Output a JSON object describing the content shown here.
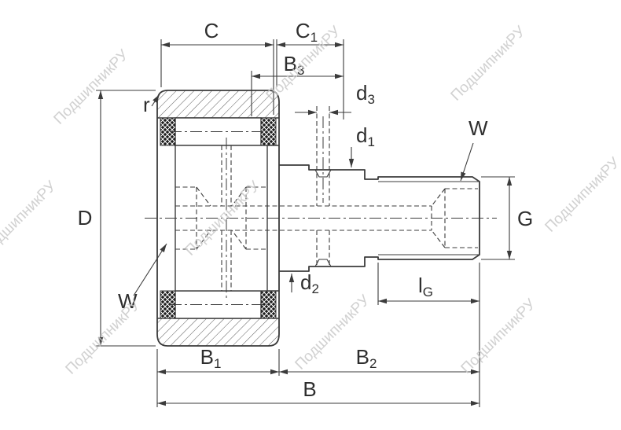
{
  "watermark": {
    "text": "ПодшипникРУ",
    "color": "#c9c9c9"
  },
  "drawing": {
    "line_color": "#3b3b3b",
    "description": "stud-type track roller cam follower cross-section",
    "labels": {
      "C": {
        "base": "C",
        "sub": ""
      },
      "C1": {
        "base": "C",
        "sub": "1"
      },
      "B3": {
        "base": "B",
        "sub": "3"
      },
      "d3": {
        "base": "d",
        "sub": "3"
      },
      "d1": {
        "base": "d",
        "sub": "1"
      },
      "W_right": {
        "base": "W",
        "sub": ""
      },
      "r": {
        "base": "r",
        "sub": ""
      },
      "D": {
        "base": "D",
        "sub": ""
      },
      "W_left": {
        "base": "W",
        "sub": ""
      },
      "G": {
        "base": "G",
        "sub": ""
      },
      "d2": {
        "base": "d",
        "sub": "2"
      },
      "lG": {
        "base": "l",
        "sub": "G"
      },
      "B1": {
        "base": "B",
        "sub": "1"
      },
      "B2": {
        "base": "B",
        "sub": "2"
      },
      "B": {
        "base": "B",
        "sub": ""
      }
    }
  }
}
